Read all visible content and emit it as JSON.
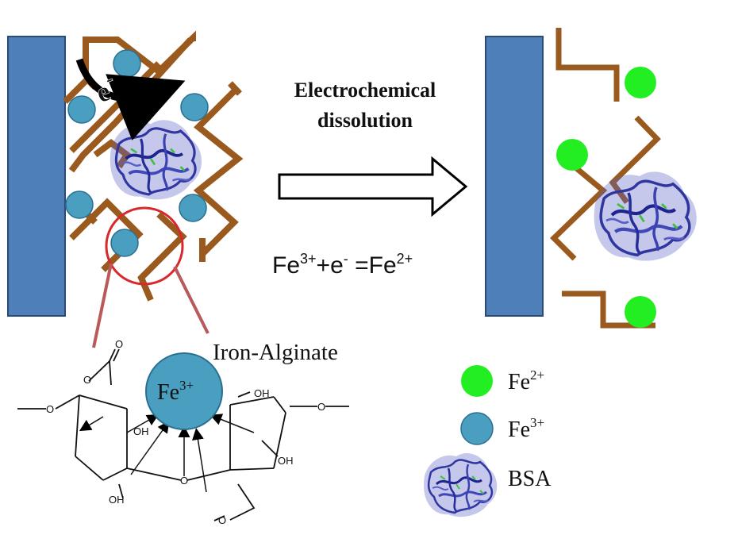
{
  "process": {
    "title_line1": "Electrochemical",
    "title_line2": "dissolution",
    "electron_label": "e",
    "electron_charge": "-"
  },
  "equation": {
    "fe3_base": "Fe",
    "fe3_sup": "3+",
    "plus_e": "+e",
    "e_sup": "-",
    "equals_fe": " =Fe",
    "fe2_sup": "2+"
  },
  "iron_alginate": {
    "label": "Iron-Alginate",
    "ion_base": "Fe",
    "ion_sup": "3+",
    "group_labels": [
      "OH",
      "OH",
      "OH",
      "OH",
      "O",
      "O",
      "O",
      "O",
      "O",
      "O"
    ]
  },
  "legend": {
    "items": [
      {
        "base": "Fe",
        "sup": "2+",
        "color": "#22ee22"
      },
      {
        "base": "Fe",
        "sup": "3+",
        "color": "#4a9fc0"
      },
      {
        "base": "BSA",
        "sup": ""
      }
    ]
  },
  "colors": {
    "electrode": "#4f7fb8",
    "alginate_chain": "#9a5a1e",
    "fe2": "#22ee22",
    "fe3": "#4a9fc0",
    "protein": "#3a3fa0",
    "magnifier": "#d8282c"
  }
}
